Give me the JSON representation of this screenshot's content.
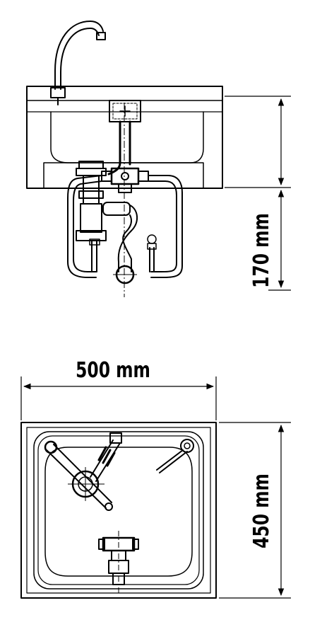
{
  "dimensions": {
    "height_label": "170 mm",
    "width_label": "500 mm",
    "depth_label": "450 mm"
  },
  "colors": {
    "line": "#000000",
    "background": "#ffffff"
  }
}
